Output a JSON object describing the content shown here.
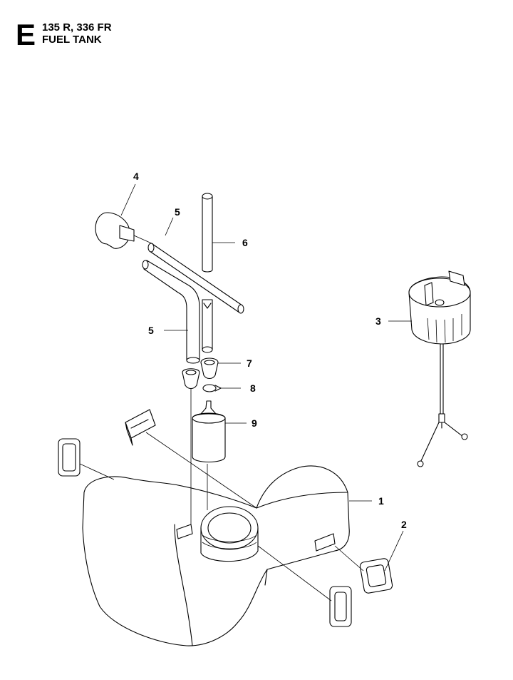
{
  "header": {
    "section_letter": "E",
    "models": "135 R, 336 FR",
    "title": "FUEL TANK"
  },
  "callouts": [
    {
      "id": "1",
      "text": "1"
    },
    {
      "id": "2",
      "text": "2"
    },
    {
      "id": "3",
      "text": "3"
    },
    {
      "id": "4",
      "text": "4"
    },
    {
      "id": "5a",
      "text": "5"
    },
    {
      "id": "5b",
      "text": "5"
    },
    {
      "id": "6",
      "text": "6"
    },
    {
      "id": "7",
      "text": "7"
    },
    {
      "id": "8",
      "text": "8"
    },
    {
      "id": "9",
      "text": "9"
    }
  ]
}
